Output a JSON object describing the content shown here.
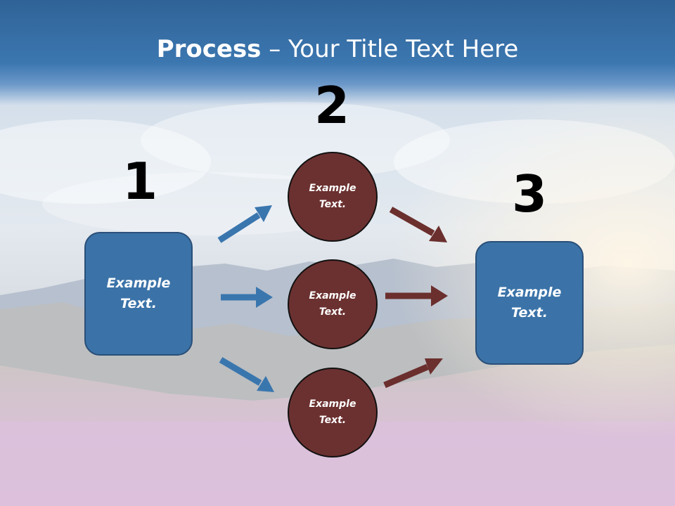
{
  "title": {
    "bold": "Process",
    "rest": " – Your Title Text Here"
  },
  "steps": {
    "one": "1",
    "two": "2",
    "three": "3"
  },
  "left_box": {
    "label": "Example\nText."
  },
  "circles": [
    {
      "label": "Example\nText."
    },
    {
      "label": "Example\nText."
    },
    {
      "label": "Example\nText."
    }
  ],
  "right_box": {
    "label": "Example\nText."
  },
  "colors": {
    "title_bar": "#3c77b0",
    "box_fill": "#3b73a8",
    "circle_fill": "#6b3130",
    "arrow_blue": "#3a76ae",
    "arrow_brown": "#6b2f2d"
  }
}
